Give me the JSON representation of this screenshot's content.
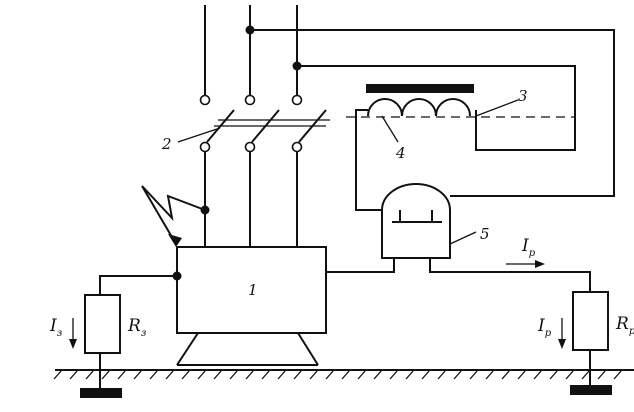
{
  "labels": {
    "motor": "1",
    "breaker": "2",
    "coil": "3",
    "armature": "4",
    "relay": "5"
  },
  "symbols": {
    "i_ground": {
      "main": "I",
      "sub": "з"
    },
    "r_ground": {
      "main": "R",
      "sub": "з"
    },
    "i_relay": {
      "main": "I",
      "sub": "р"
    },
    "i_relay_flow": {
      "main": "I",
      "sub": "р"
    },
    "r_relay": {
      "main": "R",
      "sub": "р"
    }
  }
}
